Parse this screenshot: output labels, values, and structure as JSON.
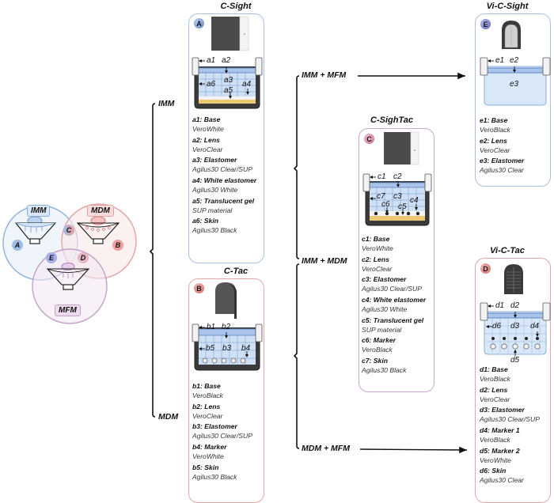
{
  "venn": {
    "circles": [
      {
        "id": "IMM",
        "label": "IMM",
        "color": "#7fa6d6",
        "fill": "#e6eef8"
      },
      {
        "id": "MDM",
        "label": "MDM",
        "color": "#e39a9a",
        "fill": "#f9e6e6"
      },
      {
        "id": "MFM",
        "label": "MFM",
        "color": "#b98ac0",
        "fill": "#f2e7f3"
      }
    ],
    "regions": [
      "A",
      "B",
      "C",
      "D",
      "E"
    ]
  },
  "branches": {
    "level1": [
      "IMM",
      "MDM"
    ],
    "level2": [
      "IMM + MFM",
      "IMM + MDM",
      "MDM + MFM"
    ]
  },
  "cards": {
    "a": {
      "title": "C-Sight",
      "badge": "A",
      "accent": "#a9c1e2",
      "labels": [
        "a1",
        "a2",
        "a3",
        "a4",
        "a5",
        "a6"
      ],
      "materials": [
        {
          "name": "a1: Base",
          "value": "VeroWhite"
        },
        {
          "name": "a2: Lens",
          "value": "VeroClear"
        },
        {
          "name": "a3: Elastomer",
          "value": "Agilus30 Clear/SUP"
        },
        {
          "name": "a4: White elastomer",
          "value": "Agilus30 White"
        },
        {
          "name": "a5: Translucent gel",
          "value": "SUP material"
        },
        {
          "name": "a6: Skin",
          "value": "Agilus30 Black"
        }
      ]
    },
    "b": {
      "title": "C-Tac",
      "badge": "B",
      "accent": "#e3a7a7",
      "labels": [
        "b1",
        "b2",
        "b3",
        "b4",
        "b5"
      ],
      "materials": [
        {
          "name": "b1: Base",
          "value": "VeroBlack"
        },
        {
          "name": "b2: Lens",
          "value": "VeroClear"
        },
        {
          "name": "b3: Elastomer",
          "value": "Agilus30 Clear/SUP"
        },
        {
          "name": "b4: Marker",
          "value": "VeroWhite"
        },
        {
          "name": "b5: Skin",
          "value": "Agilus30 Black"
        }
      ]
    },
    "c": {
      "title": "C-SighTac",
      "badge": "C",
      "accent": "#c9a9cf",
      "labels": [
        "c1",
        "c2",
        "c3",
        "c4",
        "c5",
        "c6",
        "c7"
      ],
      "materials": [
        {
          "name": "c1: Base",
          "value": "VeroWhite"
        },
        {
          "name": "c2: Lens",
          "value": "VeroClear"
        },
        {
          "name": "c3: Elastomer",
          "value": "Agilus30 Clear/SUP"
        },
        {
          "name": "c4: White elastomer",
          "value": "Agilus30 White"
        },
        {
          "name": "c5: Translucent gel",
          "value": "SUP material"
        },
        {
          "name": "c6: Marker",
          "value": "VeroBlack"
        },
        {
          "name": "c7: Skin",
          "value": "Agilus30 Black"
        }
      ]
    },
    "e": {
      "title": "Vi-C-Sight",
      "badge": "E",
      "accent": "#a9c1e2",
      "labels": [
        "e1",
        "e2",
        "e3"
      ],
      "materials": [
        {
          "name": "e1: Base",
          "value": "VeroBlack"
        },
        {
          "name": "e2: Lens",
          "value": "VeroClear"
        },
        {
          "name": "e3: Elastomer",
          "value": "Agilus30 Clear"
        }
      ]
    },
    "d": {
      "title": "Vi-C-Tac",
      "badge": "D",
      "accent": "#e3a7a7",
      "labels": [
        "d1",
        "d2",
        "d3",
        "d4",
        "d5",
        "d6"
      ],
      "materials": [
        {
          "name": "d1: Base",
          "value": "VeroBlack"
        },
        {
          "name": "d2: Lens",
          "value": "VeroClear"
        },
        {
          "name": "d3: Elastomer",
          "value": "Agilus30 Clear/SUP"
        },
        {
          "name": "d4: Marker 1",
          "value": "VeroBlack"
        },
        {
          "name": "d5: Marker 2",
          "value": "VeroWhite"
        },
        {
          "name": "d6: Skin",
          "value": "Agilus30 Clear"
        }
      ]
    }
  }
}
